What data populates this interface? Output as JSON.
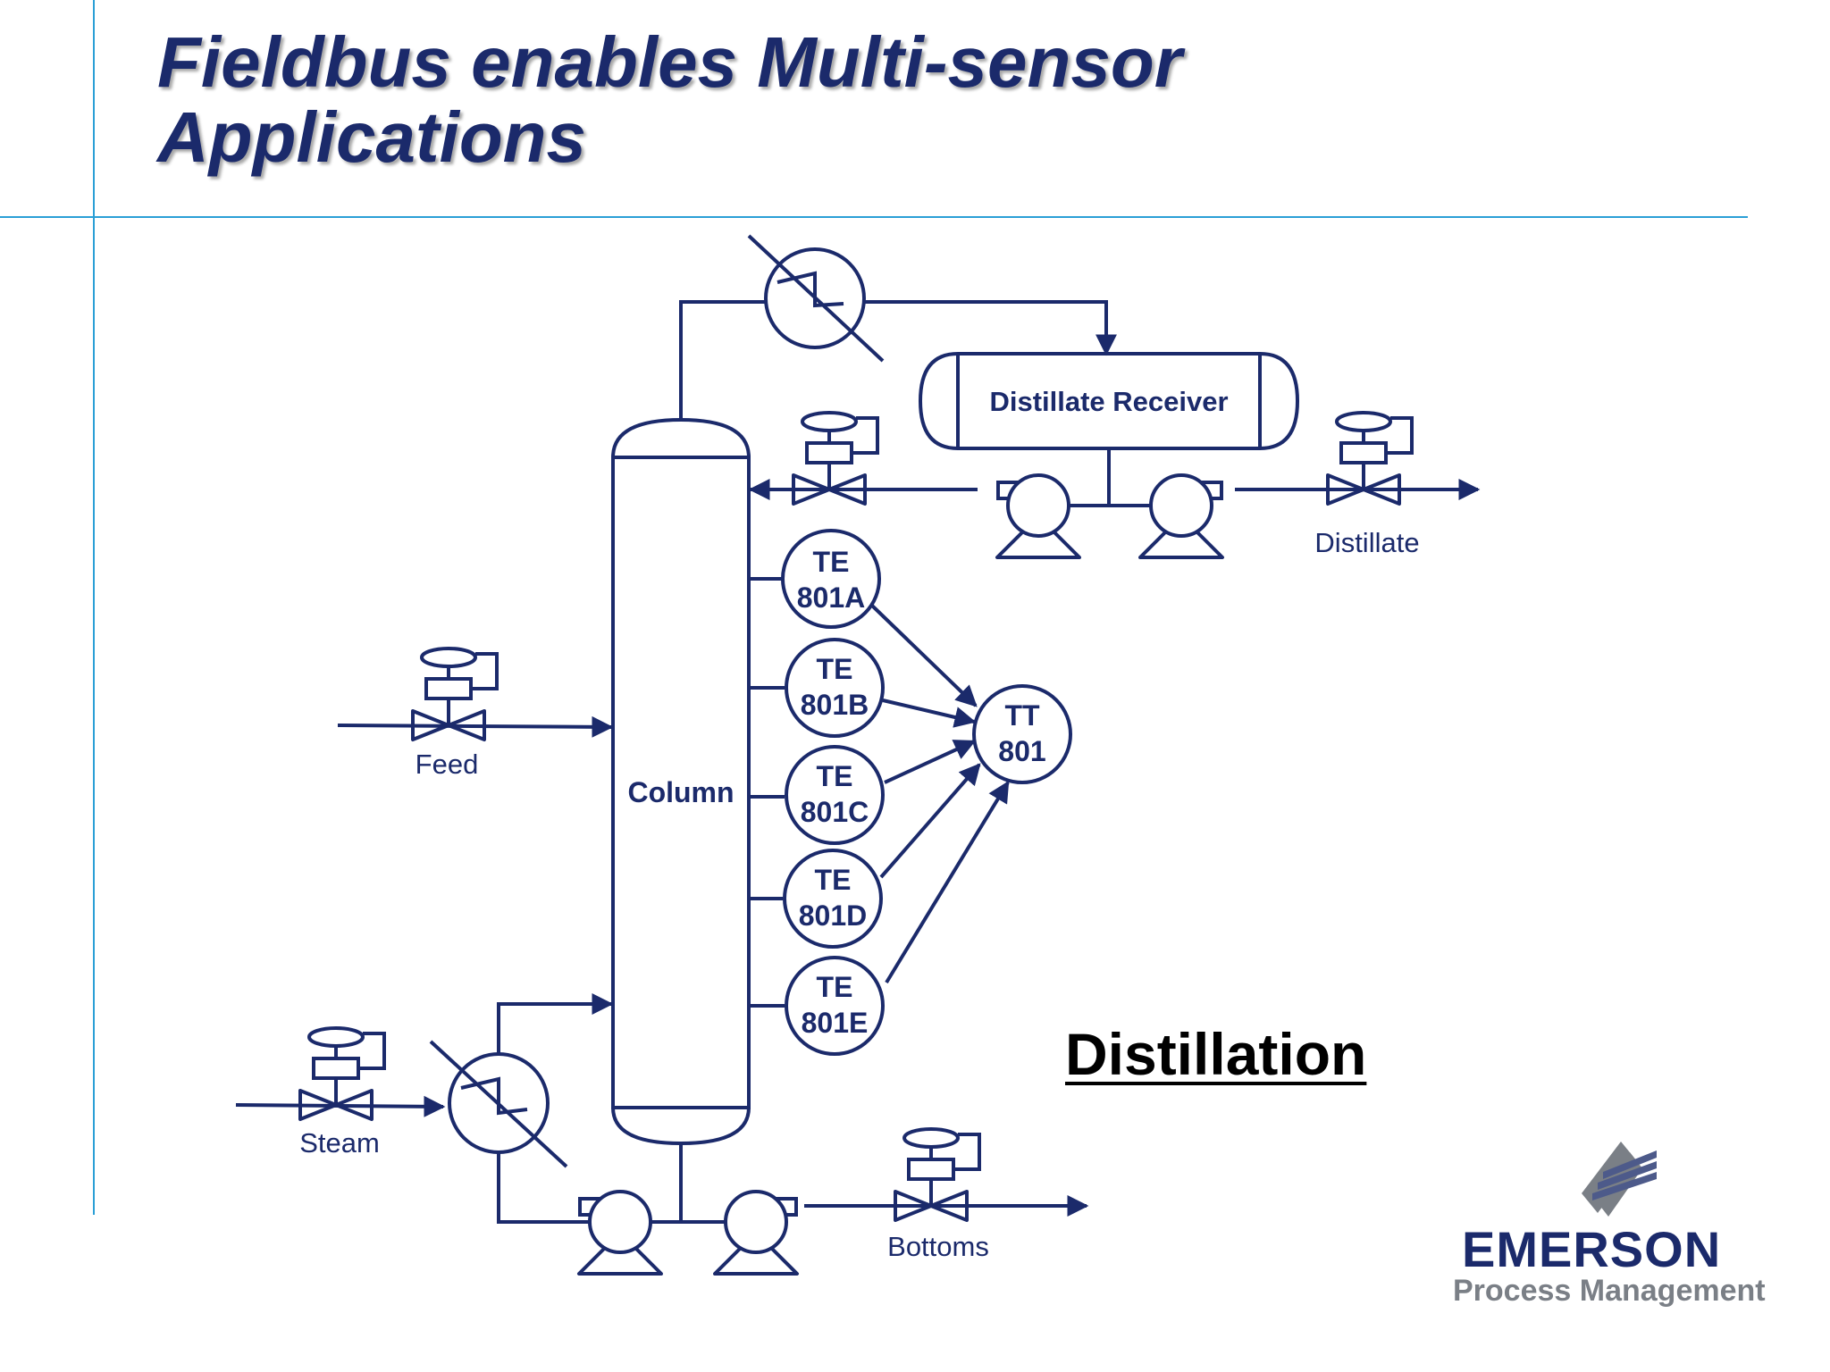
{
  "title": "Fieldbus enables Multi-sensor Applications",
  "diagram": {
    "column_label": "Column",
    "receiver_label": "Distillate Receiver",
    "feed_label": "Feed",
    "steam_label": "Steam",
    "distillate_label": "Distillate",
    "bottoms_label": "Bottoms",
    "sensors": [
      {
        "tag": "TE",
        "num": "801A"
      },
      {
        "tag": "TE",
        "num": "801B"
      },
      {
        "tag": "TE",
        "num": "801C"
      },
      {
        "tag": "TE",
        "num": "801D"
      },
      {
        "tag": "TE",
        "num": "801E"
      }
    ],
    "transmitter": {
      "tag": "TT",
      "num": "801"
    }
  },
  "caption": "Distillation",
  "logo": {
    "name": "EMERSON",
    "subtitle": "Process Management"
  },
  "colors": {
    "primary": "#1b2a6b",
    "accent": "#2a9fd6"
  }
}
